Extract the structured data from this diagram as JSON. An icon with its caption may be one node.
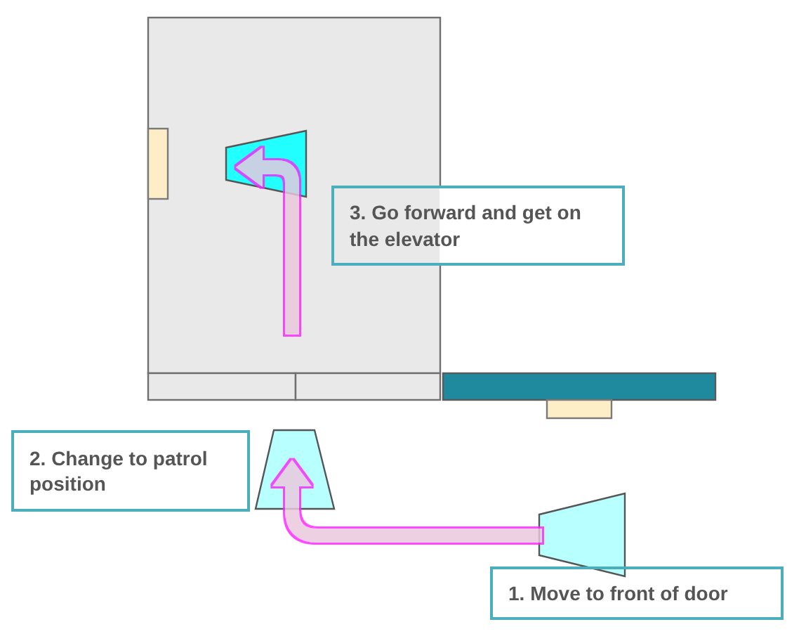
{
  "diagram": {
    "nodes": [
      {
        "text": [],
        "shape": "trapezoid"
      },
      {
        "text": [
          "3. Go forward and get on the elevator"
        ]
      },
      {
        "text": [
          "2. Change to patrol position"
        ]
      },
      {
        "text": [],
        "shape": "trapezoid"
      },
      {
        "text": [],
        "shape": "trapezoid"
      },
      {
        "text": [
          "1. Move to front of door"
        ]
      }
    ],
    "edges": [
      {
        "from": 4,
        "to": 3,
        "arrow": "to"
      },
      {
        "from": null,
        "to": 0,
        "arrow": "to"
      }
    ]
  }
}
